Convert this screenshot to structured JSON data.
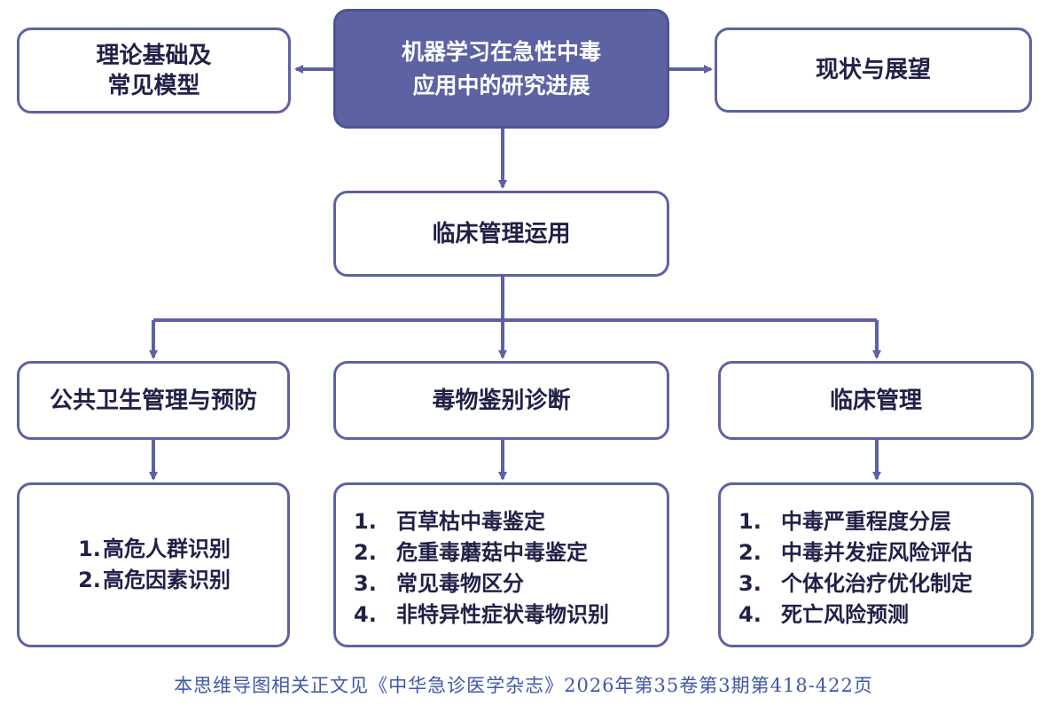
{
  "root": {
    "line1": "机器学习在急性中毒",
    "line2": "应用中的研究进展"
  },
  "left_box": {
    "line1": "理论基础及",
    "line2": "常见模型"
  },
  "right_box": {
    "label": "现状与展望"
  },
  "clinical_app": {
    "label": "临床管理运用"
  },
  "branches": [
    {
      "label": "公共卫生管理与预防",
      "items": [
        {
          "num": "1.",
          "text": "高危人群识别"
        },
        {
          "num": "2.",
          "text": "高危因素识别"
        }
      ]
    },
    {
      "label": "毒物鉴别诊断",
      "items": [
        {
          "num": "1.",
          "text": "百草枯中毒鉴定"
        },
        {
          "num": "2.",
          "text": "危重毒蘑菇中毒鉴定"
        },
        {
          "num": "3.",
          "text": "常见毒物区分"
        },
        {
          "num": "4.",
          "text": "非特异性症状毒物识别"
        }
      ]
    },
    {
      "label": "临床管理",
      "items": [
        {
          "num": "1.",
          "text": "中毒严重程度分层"
        },
        {
          "num": "2.",
          "text": "中毒并发症风险评估"
        },
        {
          "num": "3.",
          "text": "个体化治疗优化制定"
        },
        {
          "num": "4.",
          "text": "死亡风险预测"
        }
      ]
    }
  ],
  "footer": "本思维导图相关正文见《中华急诊医学杂志》2026年第35卷第3期第418-422页",
  "colors": {
    "primary": "#5d62a3",
    "text_dark": "#1f2147",
    "footer_text": "#3f57a6"
  }
}
